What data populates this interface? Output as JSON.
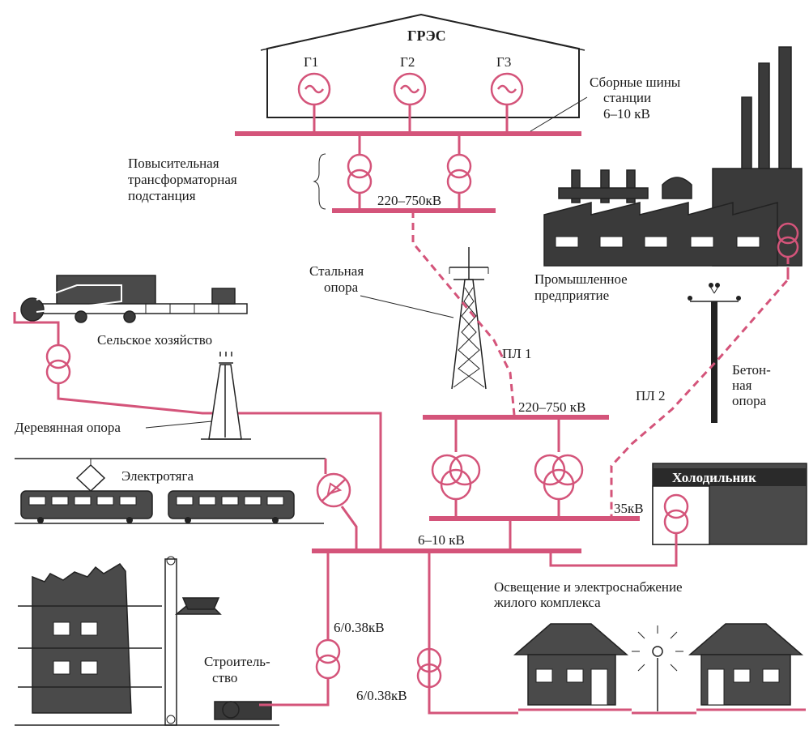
{
  "labels": {
    "station": "ГРЭС",
    "g1": "Г1",
    "g2": "Г2",
    "g3": "Г3",
    "busbars_1": "Сборные шины",
    "busbars_2": "станции",
    "busbars_3": "6–10 кВ",
    "step_up_1": "Повысительная",
    "step_up_2": "трансформаторная",
    "step_up_3": "подстанция",
    "v_220_750_top": "220–750кВ",
    "steel_pylon_1": "Стальная",
    "steel_pylon_2": "опора",
    "industry_1": "Промышленное",
    "industry_2": "предприятие",
    "agriculture": "Сельское хозяйство",
    "pl1": "ПЛ 1",
    "pl2": "ПЛ 2",
    "concrete_1": "Бетон-",
    "concrete_2": "ная",
    "concrete_3": "опора",
    "wooden_pole": "Деревянная опора",
    "v_220_750_mid": "220–750 кВ",
    "traction": "Электротяга",
    "cold_storage": "Холодильник",
    "v_35": "35кВ",
    "v_6_10": "6–10 кВ",
    "residential_1": "Освещение и электроснабжение",
    "residential_2": "жилого комплекса",
    "v_6_038_a": "6/0.38кВ",
    "v_6_038_b": "6/0.38кВ",
    "construction_1": "Строитель-",
    "construction_2": "ство"
  },
  "colors": {
    "power_line": "#d4547a",
    "building": "#4a4a4a",
    "background": "#ffffff"
  }
}
